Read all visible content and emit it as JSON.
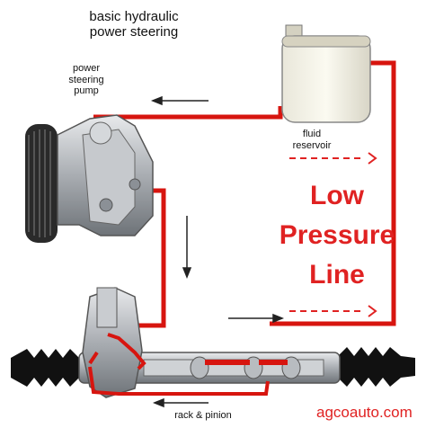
{
  "title": "basic hydraulic\npower steering",
  "labels": {
    "pump": "power\nsteering\npump",
    "reservoir": "fluid\nreservoir",
    "rack": "rack & pinion",
    "watermark": "agcoauto.com"
  },
  "callout": {
    "line1": "Low",
    "line2": "Pressure",
    "line3": "Line"
  },
  "colors": {
    "fluid_line": "#d7150f",
    "callout_text": "#e02222",
    "flow_arrow": "#222222",
    "dashed_arrow": "#e02222",
    "metal": "#a9adb2",
    "boot": "#111111"
  }
}
